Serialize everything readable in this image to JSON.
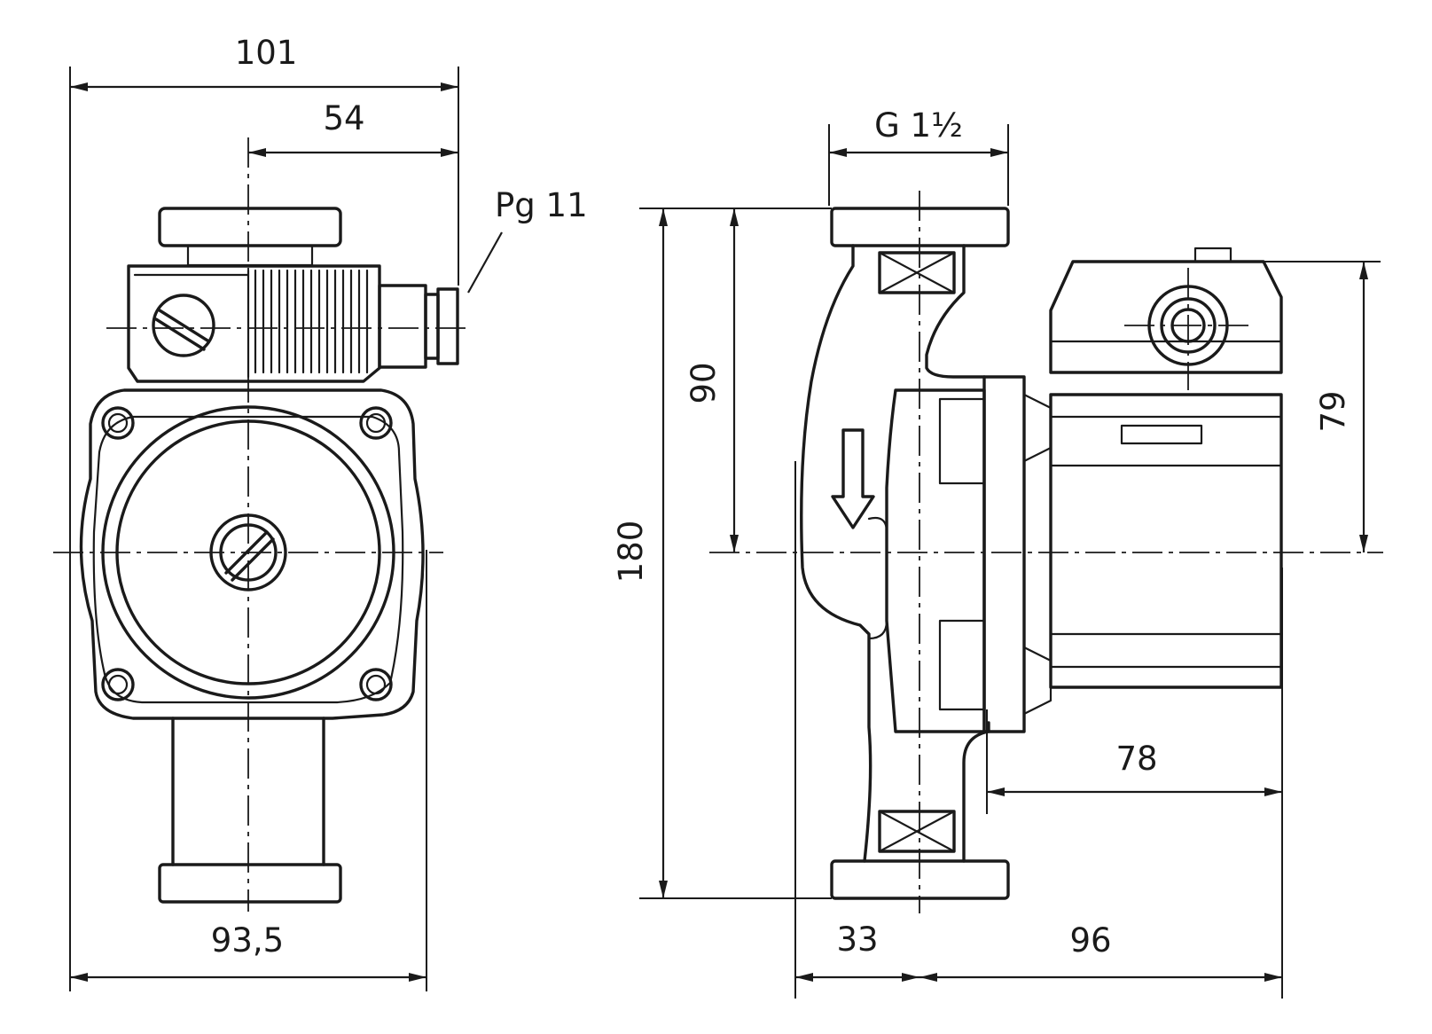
{
  "drawing": {
    "front_view": {
      "dimensions": {
        "overall_width": "101",
        "cable_gland_offset": "54",
        "flange_width": "93,5"
      },
      "cable_gland": "Pg 11"
    },
    "side_view": {
      "dimensions": {
        "thread": "G 1½",
        "port_to_port": "180",
        "center_to_top": "90",
        "terminal_box_height": "79",
        "motor_length": "78",
        "face_to_axis": "33",
        "axis_to_end": "96"
      }
    }
  },
  "colors": {
    "line": "#1a1a1a",
    "background": "#ffffff"
  }
}
